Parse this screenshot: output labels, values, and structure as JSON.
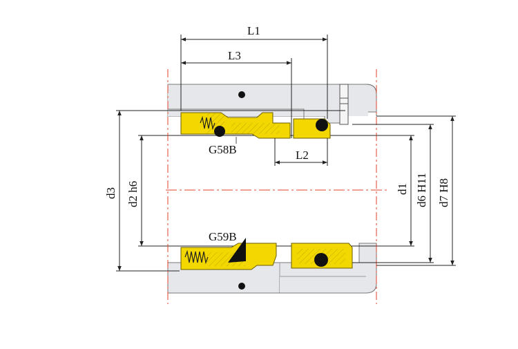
{
  "dimensions": {
    "L1": "L1",
    "L2": "L2",
    "L3": "L3",
    "d1": "d1",
    "d2": "d2 h6",
    "d3": "d3",
    "d6": "d6 H11",
    "d7": "d7 H8"
  },
  "parts": {
    "top_seat": "G58B",
    "bottom_seat": "G59B"
  },
  "colors": {
    "housing": "#e6e7ea",
    "seal_body": "#f2d800",
    "oring": "#111111",
    "centerline": "#e0412a",
    "line": "#222222"
  }
}
